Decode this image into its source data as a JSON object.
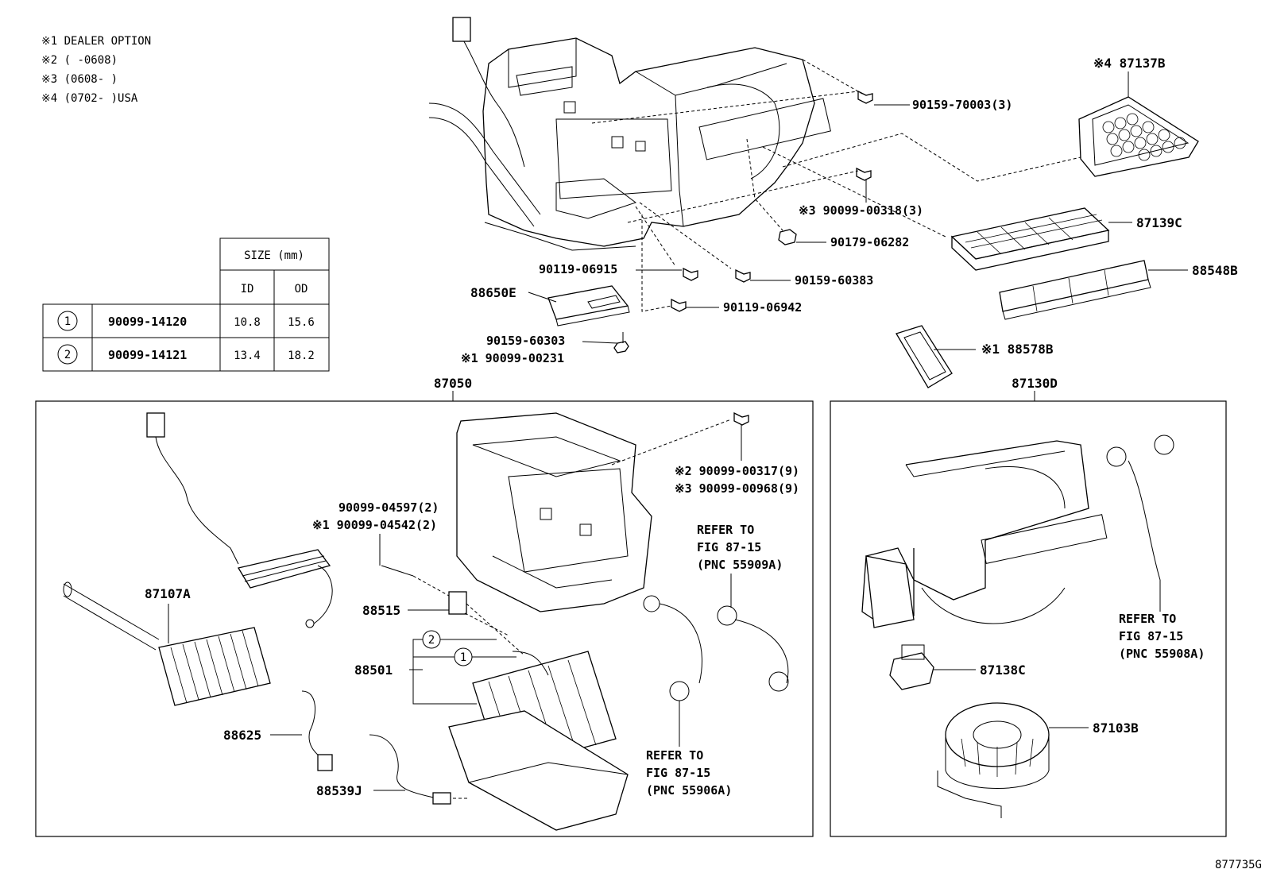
{
  "notes": [
    "※1 DEALER OPTION",
    "※2 (    -0608)",
    "※3 (0608-    )",
    "※4 (0702-    )USA"
  ],
  "size_table": {
    "header": "SIZE (mm)",
    "col_id": "ID",
    "col_od": "OD",
    "rows": [
      {
        "mark": "1",
        "part": "90099-14120",
        "id": "10.8",
        "od": "15.6"
      },
      {
        "mark": "2",
        "part": "90099-14121",
        "id": "13.4",
        "od": "18.2"
      }
    ]
  },
  "labels": {
    "p90159_70003": "90159-70003(3)",
    "p87137B": "※4 87137B",
    "p90099_00318": "※3 90099-00318(3)",
    "p87139C": "87139C",
    "p90179_06282": "90179-06282",
    "p88548B": "88548B",
    "p90119_06915": "90119-06915",
    "p90159_60383": "90159-60383",
    "p88650E": "88650E",
    "p90119_06942": "90119-06942",
    "p90159_60303": "90159-60303",
    "p90099_00231": "※1 90099-00231",
    "p88578B": "※1 88578B",
    "p87050": "87050",
    "p87130D": "87130D",
    "p90099_00317": "※2 90099-00317(9)",
    "p90099_00968": "※3 90099-00968(9)",
    "p90099_04597": "90099-04597(2)",
    "p90099_04542": "※1 90099-04542(2)",
    "p87107A": "87107A",
    "p88515": "88515",
    "p88501": "88501",
    "p88625": "88625",
    "p88539J": "88539J",
    "p87138C": "87138C",
    "p87103B": "87103B",
    "mark1": "1",
    "mark2": "2"
  },
  "refs": {
    "ref_a": [
      "REFER TO",
      "FIG 87-15",
      "(PNC 55909A)"
    ],
    "ref_b": [
      "REFER TO",
      "FIG 87-15",
      "(PNC 55906A)"
    ],
    "ref_c": [
      "REFER TO",
      "FIG 87-15",
      "(PNC 55908A)"
    ]
  },
  "figure_id": "877735G"
}
